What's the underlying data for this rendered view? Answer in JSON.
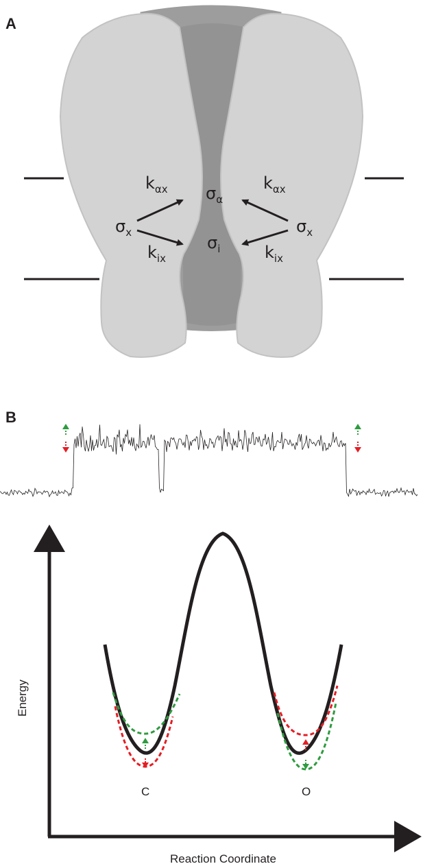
{
  "panels": {
    "a": {
      "letter": "A"
    },
    "b": {
      "letter": "B"
    }
  },
  "channel": {
    "sigma_a": {
      "main": "σ",
      "sub": "α"
    },
    "sigma_i": {
      "main": "σ",
      "sub": "i"
    },
    "sigma_x_left": {
      "main": "σ",
      "sub": "x"
    },
    "sigma_x_right": {
      "main": "σ",
      "sub": "x"
    },
    "k_ax_left": {
      "main": "k",
      "sub": "αx"
    },
    "k_ix_left": {
      "main": "k",
      "sub": "ix"
    },
    "k_ax_right": {
      "main": "k",
      "sub": "αx"
    },
    "k_ix_right": {
      "main": "k",
      "sub": "ix"
    },
    "colors": {
      "channel_subunit": "#d3d3d3",
      "channel_pore": "#9d9d9d",
      "outline": "#c2c2c2"
    }
  },
  "energy_diagram": {
    "y_axis_label": "Energy",
    "x_axis_label": "Reaction Coordinate",
    "states": {
      "closed": "C",
      "open": "O"
    },
    "colors": {
      "stabilize": "#2e9b3f",
      "destabilize": "#e31e24",
      "curve": "#231f20"
    }
  }
}
